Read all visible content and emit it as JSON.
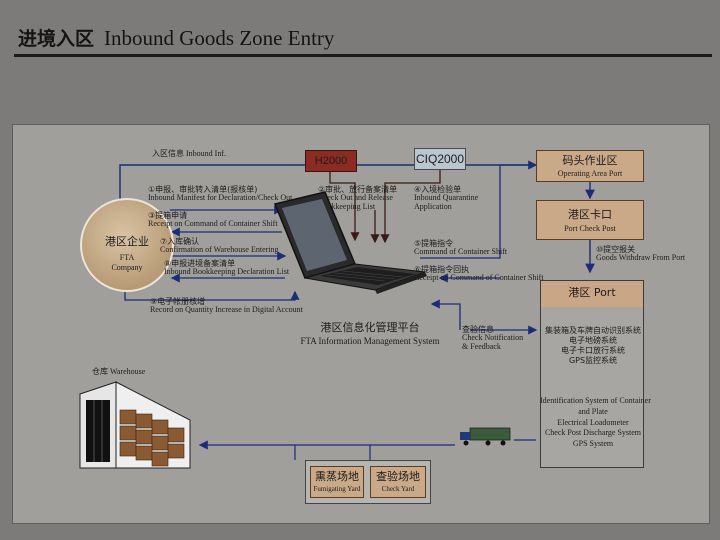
{
  "title": {
    "cn": "进境入区",
    "en": "Inbound Goods Zone Entry"
  },
  "colors": {
    "orange": "#caa988",
    "ciq": "#b9c7cf",
    "h2000": "#8c2b22",
    "panel": "#a19f9b"
  },
  "systems": {
    "h2000": "H2000",
    "ciq2000": "CIQ2000"
  },
  "top_label": {
    "cn": "入区信息",
    "en": "Inbound Inf."
  },
  "fta": {
    "cn": "港区企业",
    "en1": "FTA",
    "en2": "Company"
  },
  "steps": {
    "s1_cn": "①申报、审批转入清单(报核单)",
    "s1_en": "Inbound Manifest for Declaration/Check Out",
    "s3_cn": "③提箱申请",
    "s3_en": "Receipt on Command of Container Shift",
    "s7_cn": "⑦入库确认",
    "s7_en": "Confirmation of Warehouse Entering",
    "s8_cn": "⑧申报进境备案清单",
    "s8_en": "Inbound Bookkeeping Declaration List",
    "s9_cn": "⑨电子帐册核增",
    "s9_en": "Record on Quantity Increase in Digital Account",
    "s2_cn": "②审批、放行备案清单",
    "s2_en1": "Check Out and Release",
    "s2_en2": "Bookkeeping List",
    "s4_cn": "④入境检验单",
    "s4_en1": "Inbound Quarantine",
    "s4_en2": "Application",
    "s5_cn": "⑤提箱指令",
    "s5_en": "Command of Container Shift",
    "s6_cn": "⑥提箱指令回执",
    "s6_en": "Receipt on Command of Container Shift",
    "s10_cn": "⑩提空报关",
    "s10_en": "Goods Withdraw From Port"
  },
  "platform": {
    "cn": "港区信息化管理平台",
    "en": "FTA Information Management System"
  },
  "check_info": {
    "cn": "查验信息",
    "en1": "Check Notification",
    "en2": "& Feedback"
  },
  "operating_area": {
    "cn": "码头作业区",
    "en": "Operating Area Port"
  },
  "port_gate": {
    "cn": "港区卡口",
    "en": "Port Check Post"
  },
  "port": {
    "cn": "港区  Port",
    "cn_lines": [
      "集装箱及车牌自动识别系统",
      "电子地磅系统",
      "电子卡口放行系统",
      "GPS监控系统"
    ],
    "en_lines": [
      "Identification System of Container",
      "and Plate",
      "Electrical Loadometer",
      "Check Post Discharge System",
      "GPS System"
    ]
  },
  "warehouse": {
    "cn": "仓库",
    "en": "Warehouse"
  },
  "yards": [
    {
      "cn": "熏蒸场地",
      "en": "Fumigating Yard"
    },
    {
      "cn": "查验场地",
      "en": "Check Yard"
    }
  ]
}
